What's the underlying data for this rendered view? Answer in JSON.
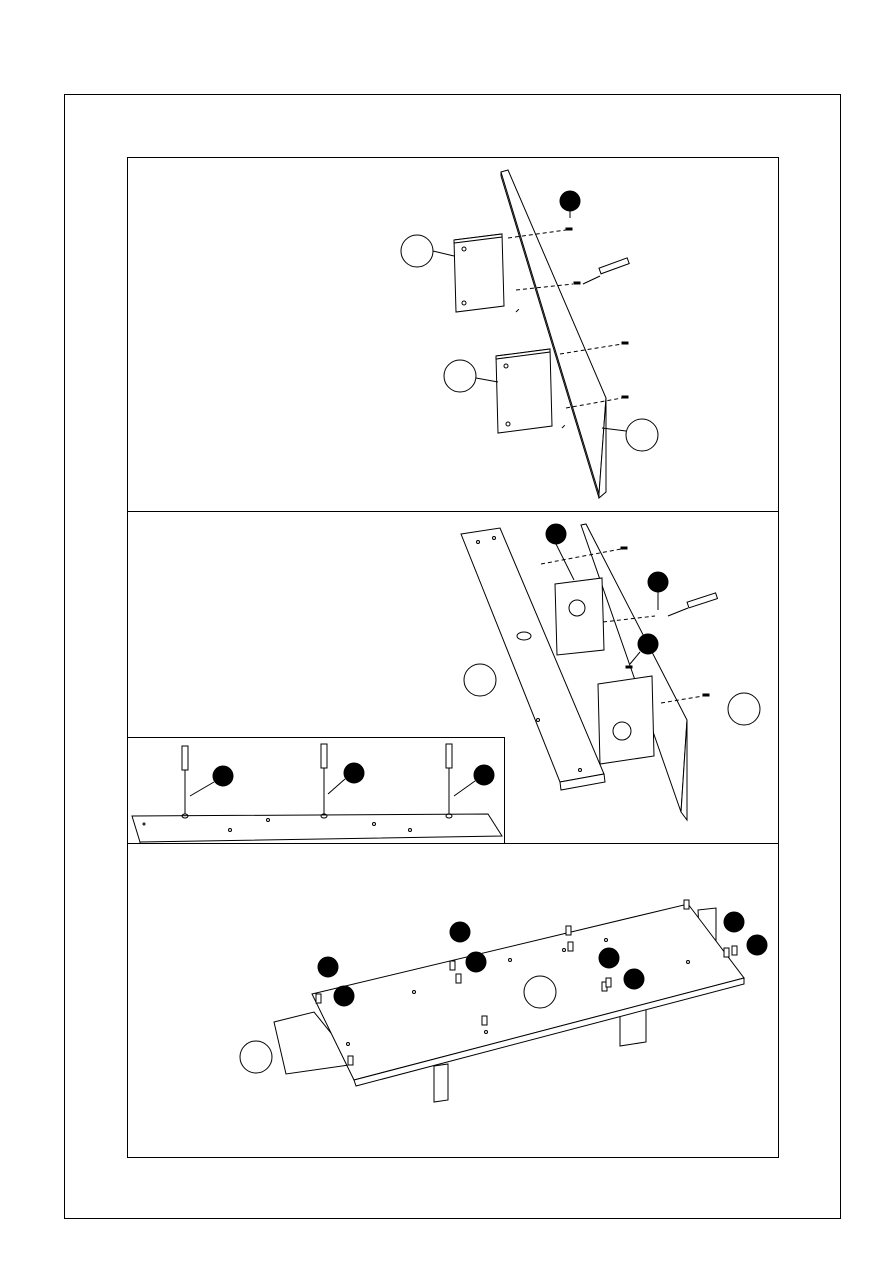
{
  "document": {
    "type": "assembly-instructions-page",
    "steps": [
      {
        "id": "step1",
        "callouts": 4,
        "screws": 4,
        "tool": "screwdriver-icon"
      },
      {
        "id": "step2",
        "callouts": 5,
        "screws": 2,
        "tool": "screwdriver-icon"
      },
      {
        "id": "step3",
        "callouts": 10,
        "dowels": 12
      }
    ],
    "detail": {
      "id": "step2-detail",
      "screwdrivers": 3,
      "callouts": 3
    }
  }
}
